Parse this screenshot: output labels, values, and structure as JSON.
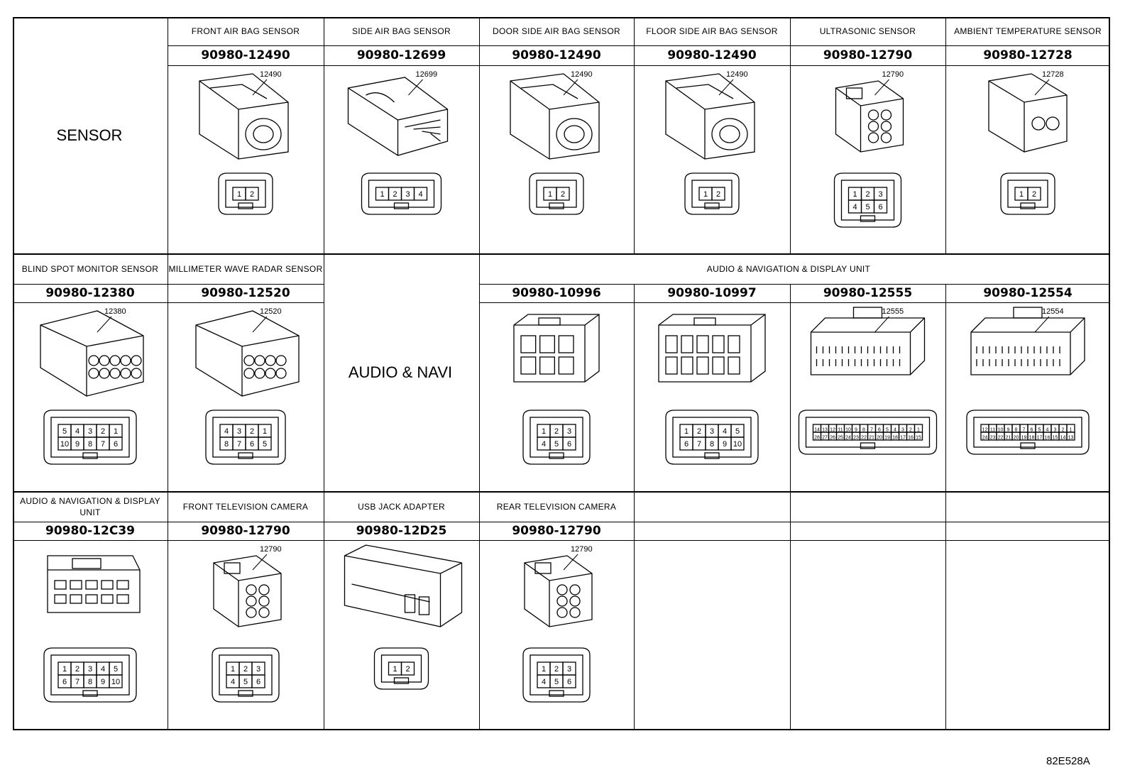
{
  "groups": {
    "sensor": "SENSOR",
    "audio_navi": "AUDIO & NAVI"
  },
  "row1": [
    {
      "name": "FRONT AIR BAG SENSOR",
      "part": "90980-12490",
      "callout": "12490",
      "icon": "airbag-connector",
      "pins": [
        "1",
        "2"
      ]
    },
    {
      "name": "SIDE AIR BAG SENSOR",
      "part": "90980-12699",
      "callout": "12699",
      "icon": "side-airbag-connector",
      "pins": [
        "1",
        "2",
        "3",
        "4"
      ]
    },
    {
      "name": "DOOR SIDE AIR BAG SENSOR",
      "part": "90980-12490",
      "callout": "12490",
      "icon": "airbag-connector",
      "pins": [
        "1",
        "2"
      ]
    },
    {
      "name": "FLOOR SIDE AIR BAG SENSOR",
      "part": "90980-12490",
      "callout": "12490",
      "icon": "airbag-connector",
      "pins": [
        "1",
        "2"
      ]
    },
    {
      "name": "ULTRASONIC SENSOR",
      "part": "90980-12790",
      "callout": "12790",
      "icon": "six-pin-connector",
      "pins": [
        "1",
        "2",
        "3",
        "4",
        "5",
        "6"
      ]
    },
    {
      "name": "AMBIENT TEMPERATURE SENSOR",
      "part": "90980-12728",
      "callout": "12728",
      "icon": "two-pin-connector",
      "pins": [
        "1",
        "2"
      ]
    }
  ],
  "row2": [
    {
      "name": "BLIND SPOT MONITOR SENSOR",
      "part": "90980-12380",
      "callout": "12380",
      "icon": "ten-pin-round-connector",
      "pins": [
        "5",
        "4",
        "3",
        "2",
        "1",
        "10",
        "9",
        "8",
        "7",
        "6"
      ]
    },
    {
      "name": "MILLIMETER WAVE RADAR SENSOR",
      "part": "90980-12520",
      "callout": "12520",
      "icon": "eight-pin-round-connector",
      "pins": [
        "4",
        "3",
        "2",
        "1",
        "8",
        "7",
        "6",
        "5"
      ]
    }
  ],
  "audio_unit_name": "AUDIO & NAVIGATION & DISPLAY UNIT",
  "audio_parts": [
    {
      "part": "90980-10996",
      "callout": "",
      "icon": "six-pin-block-connector",
      "pins": [
        "1",
        "2",
        "3",
        "4",
        "5",
        "6"
      ]
    },
    {
      "part": "90980-10997",
      "callout": "",
      "icon": "ten-pin-block-connector",
      "pins": [
        "1",
        "2",
        "3",
        "4",
        "5",
        "6",
        "7",
        "8",
        "9",
        "10"
      ]
    },
    {
      "part": "90980-12555",
      "callout": "12555",
      "icon": "twenty-eight-pin-connector",
      "pins": [
        "14",
        "13",
        "12",
        "11",
        "10",
        "9",
        "8",
        "7",
        "6",
        "5",
        "4",
        "3",
        "2",
        "1",
        "28",
        "27",
        "26",
        "25",
        "24",
        "23",
        "22",
        "21",
        "20",
        "19",
        "18",
        "17",
        "16",
        "15"
      ]
    },
    {
      "part": "90980-12554",
      "callout": "12554",
      "icon": "twenty-four-pin-connector",
      "pins": [
        "12",
        "11",
        "10",
        "9",
        "8",
        "7",
        "6",
        "5",
        "4",
        "3",
        "2",
        "1",
        "24",
        "23",
        "22",
        "21",
        "20",
        "19",
        "18",
        "17",
        "16",
        "15",
        "14",
        "13"
      ]
    }
  ],
  "row3": [
    {
      "name": "AUDIO & NAVIGATION & DISPLAY UNIT",
      "part": "90980-12C39",
      "callout": "",
      "icon": "ten-pin-flat-connector",
      "pins": [
        "1",
        "2",
        "3",
        "4",
        "5",
        "6",
        "7",
        "8",
        "9",
        "10"
      ]
    },
    {
      "name": "FRONT TELEVISION CAMERA",
      "part": "90980-12790",
      "callout": "12790",
      "icon": "six-pin-connector",
      "pins": [
        "1",
        "2",
        "3",
        "4",
        "5",
        "6"
      ]
    },
    {
      "name": "USB JACK ADAPTER",
      "part": "90980-12D25",
      "callout": "",
      "icon": "usb-adapter-connector",
      "pins": [
        "1",
        "2"
      ]
    },
    {
      "name": "REAR TELEVISION CAMERA",
      "part": "90980-12790",
      "callout": "12790",
      "icon": "six-pin-connector",
      "pins": [
        "1",
        "2",
        "3",
        "4",
        "5",
        "6"
      ]
    }
  ],
  "figure_code": "82E528A"
}
